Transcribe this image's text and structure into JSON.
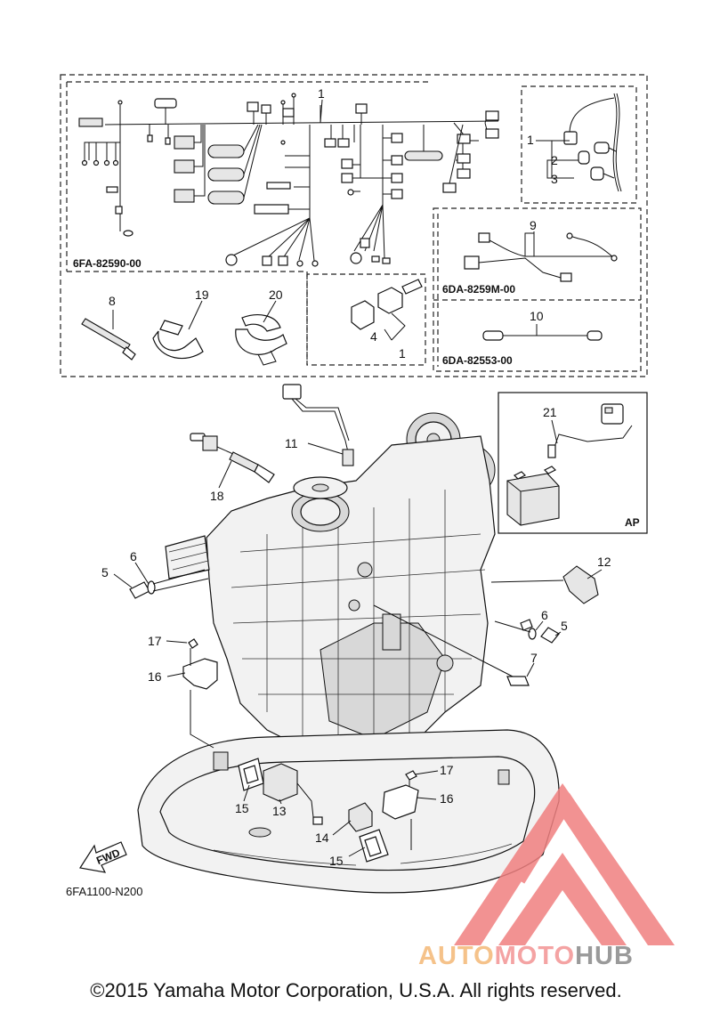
{
  "diagram": {
    "callouts": {
      "n1_top": "1",
      "n1_side": "1",
      "n2": "2",
      "n3": "3",
      "n1_conn": "1",
      "n4": "4",
      "n8": "8",
      "n19": "19",
      "n20": "20",
      "n9": "9",
      "n10": "10",
      "n11": "11",
      "n18": "18",
      "n21": "21",
      "n12": "12",
      "n5_left": "5",
      "n6_left": "6",
      "n6_right": "6",
      "n5_right": "5",
      "n7": "7",
      "n17_left": "17",
      "n16_left": "16",
      "n17_right": "17",
      "n16_right": "16",
      "n15_left": "15",
      "n13": "13",
      "n14": "14",
      "n15_right": "15"
    },
    "part_codes": {
      "harness": "6FA-82590-00",
      "sub_harness": "6DA-8259M-00",
      "lead": "6DA-82553-00"
    },
    "ap_label": "AP",
    "fwd_label": "FWD",
    "figure_code": "6FA1100-N200"
  },
  "watermark": {
    "part1": "AUTO",
    "part2": "MOTO",
    "part3": "HUB",
    "colors": {
      "auto": "#f5c28a",
      "moto": "#f4a3a3",
      "hub": "#9a9a9a",
      "logo": "#f08080"
    }
  },
  "copyright": "©2015 Yamaha Motor Corporation, U.S.A. All rights reserved."
}
